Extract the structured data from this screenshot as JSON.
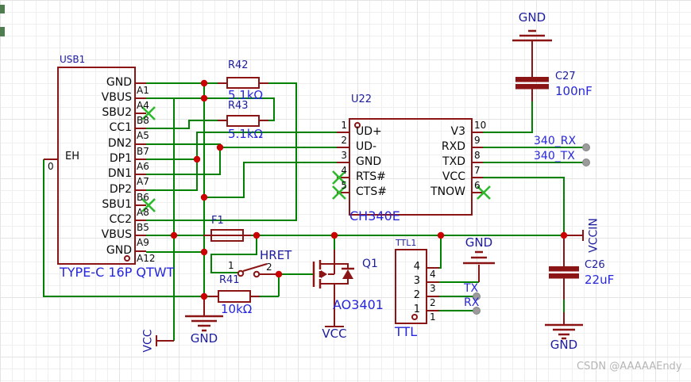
{
  "usb": {
    "ref": "USB1",
    "value": "TYPE-C 16P QTWT",
    "shield_name": "EH",
    "shield_pin": "0",
    "pins": [
      {
        "name": "GND",
        "num": "A1"
      },
      {
        "name": "VBUS",
        "num": "A4"
      },
      {
        "name": "SBU2",
        "num": "B8"
      },
      {
        "name": "CC1",
        "num": "A5"
      },
      {
        "name": "DN2",
        "num": "B7"
      },
      {
        "name": "DP1",
        "num": "A6"
      },
      {
        "name": "DN1",
        "num": "A7"
      },
      {
        "name": "DP2",
        "num": "B6"
      },
      {
        "name": "SBU1",
        "num": "A8"
      },
      {
        "name": "CC2",
        "num": "B5"
      },
      {
        "name": "VBUS",
        "num": "A9"
      },
      {
        "name": "GND",
        "num": "A12"
      }
    ]
  },
  "u22": {
    "ref": "U22",
    "value": "CH340E",
    "left": [
      {
        "num": "1",
        "name": "UD+"
      },
      {
        "num": "2",
        "name": "UD-"
      },
      {
        "num": "3",
        "name": "GND"
      },
      {
        "num": "4",
        "name": "RTS#"
      },
      {
        "num": "5",
        "name": "CTS#"
      }
    ],
    "right": [
      {
        "num": "10",
        "name": "V3"
      },
      {
        "num": "9",
        "name": "RXD"
      },
      {
        "num": "8",
        "name": "TXD"
      },
      {
        "num": "7",
        "name": "VCC"
      },
      {
        "num": "6",
        "name": "TNOW"
      }
    ]
  },
  "r42": {
    "ref": "R42",
    "value": "5.1kΩ"
  },
  "r43": {
    "ref": "R43",
    "value": "5.1kΩ"
  },
  "r41": {
    "ref": "R41",
    "value": "10kΩ"
  },
  "f1": {
    "ref": "F1"
  },
  "hret": {
    "label": "HRET",
    "pin1": "1",
    "pin2": "2"
  },
  "q1": {
    "ref": "Q1",
    "value": "AO3401"
  },
  "ttl": {
    "ref": "TTL1",
    "value": "TTL",
    "pins": [
      {
        "inside": "4",
        "outside": "4"
      },
      {
        "inside": "3",
        "outside": "3"
      },
      {
        "inside": "2",
        "outside": "2"
      },
      {
        "inside": "1",
        "outside": "1"
      }
    ]
  },
  "c27": {
    "ref": "C27",
    "value": "100nF"
  },
  "c26": {
    "ref": "C26",
    "value": "22uF"
  },
  "nets": {
    "rx340": "340_RX",
    "tx340": "340_TX",
    "tx": "TX",
    "rx": "RX"
  },
  "power": {
    "gnd_top": "GND",
    "gnd_ttl": "GND",
    "gnd_left": "GND",
    "gnd_right": "GND",
    "vcc_left": "VCC",
    "vcc_q1": "VCC",
    "vccin": "VCCIN"
  },
  "watermark": "CSDN @AAAAAEndy",
  "colors": {
    "wire": "#008100",
    "symbol": "#8b1414",
    "junction": "#cc0000",
    "ref_text": "#1c1c9e",
    "value_text": "#2626dd",
    "nc_mark": "#2db82d",
    "pad_dot": "#9b9b9b"
  }
}
